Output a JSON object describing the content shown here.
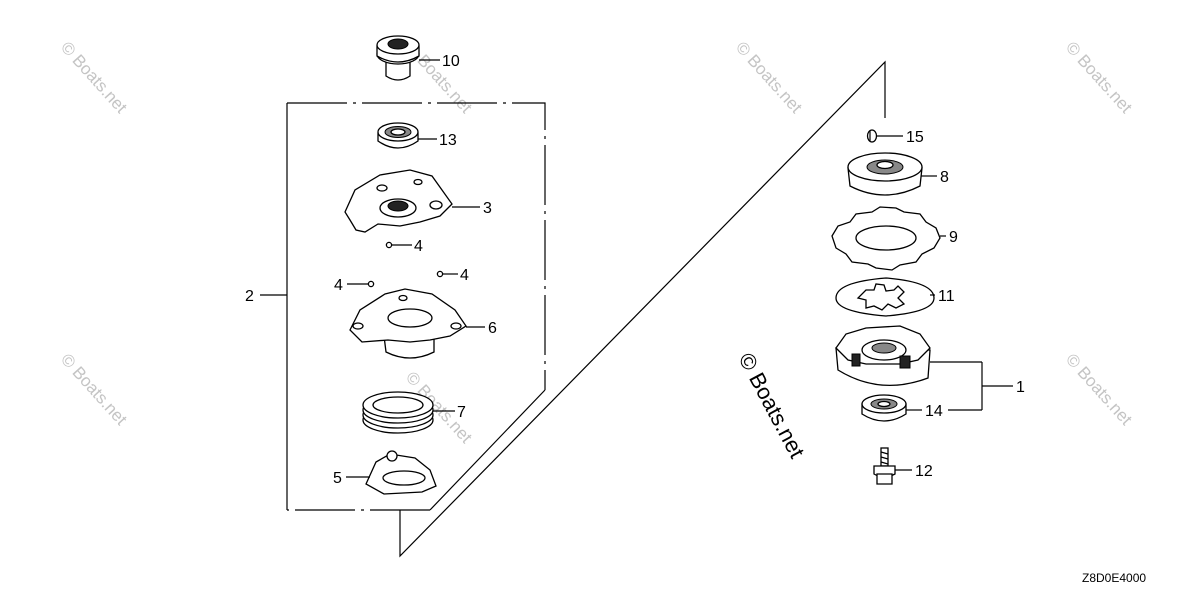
{
  "diagram": {
    "callouts": {
      "p1": "1",
      "p2": "2",
      "p3": "3",
      "p4a": "4",
      "p4b": "4",
      "p4c": "4",
      "p5": "5",
      "p6": "6",
      "p7": "7",
      "p8": "8",
      "p9": "9",
      "p10": "10",
      "p11": "11",
      "p12": "12",
      "p13": "13",
      "p14": "14",
      "p15": "15"
    },
    "diagram_code": "Z8D0E4000",
    "watermark_main": "© Boats.net",
    "watermark_faint": "© Boats.net"
  },
  "colors": {
    "ink": "#000000",
    "watermark": "#c4c4c4",
    "background": "#ffffff"
  }
}
